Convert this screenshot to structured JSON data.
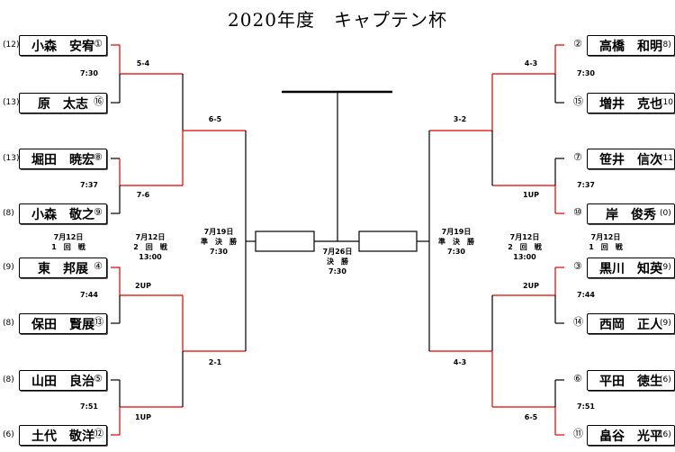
{
  "title": "2020年度　キャプテン杯",
  "left": {
    "players": [
      {
        "name": "小森　安宥",
        "num": "①",
        "seed": "(12)"
      },
      {
        "name": "原　太志",
        "num": "⑯",
        "seed": "(13)"
      },
      {
        "name": "堀田　暁宏",
        "num": "⑧",
        "seed": "(13)"
      },
      {
        "name": "小森　敬之",
        "num": "⑨",
        "seed": "(8)"
      },
      {
        "name": "東　邦展",
        "num": "④",
        "seed": "(9)"
      },
      {
        "name": "保田　賢展",
        "num": "⑬",
        "seed": "(8)"
      },
      {
        "name": "山田　良治",
        "num": "⑤",
        "seed": "(8)"
      },
      {
        "name": "土代　敬洋",
        "num": "⑫",
        "seed": "(6)"
      }
    ],
    "times": [
      "7:30",
      "7:37",
      "7:44",
      "7:51"
    ],
    "r1_scores": [
      "5-4",
      "7-6",
      "2UP",
      "1UP"
    ],
    "r2_scores": [
      "6-5",
      "2-1"
    ]
  },
  "right": {
    "players": [
      {
        "name": "高橋　和明",
        "num": "②",
        "seed": "(8)"
      },
      {
        "name": "増井　克也",
        "num": "⑮",
        "seed": "(10)"
      },
      {
        "name": "笹井　信次",
        "num": "⑦",
        "seed": "(11)"
      },
      {
        "name": "岸　俊秀",
        "num": "⑩",
        "seed": "(0)"
      },
      {
        "name": "黒川　知英",
        "num": "③",
        "seed": "(9)"
      },
      {
        "name": "西岡　正人",
        "num": "⑭",
        "seed": "(9)"
      },
      {
        "name": "平田　徳生",
        "num": "⑥",
        "seed": "(6)"
      },
      {
        "name": "畠谷　光平",
        "num": "⑪",
        "seed": "(6)"
      }
    ],
    "times": [
      "7:30",
      "7:37",
      "7:44",
      "7:51"
    ],
    "r1_scores": [
      "4-3",
      "1UP",
      "2UP",
      "6-5"
    ],
    "r2_scores": [
      "3-2",
      "4-3"
    ]
  },
  "rounds": {
    "r1": {
      "date": "7月12日",
      "name": "1　回　戦"
    },
    "r2": {
      "date": "7月12日",
      "name": "2　回　戦",
      "time": "13:00"
    },
    "sf": {
      "date": "7月19日",
      "name": "準　決　勝",
      "time": "7:30"
    },
    "final": {
      "date": "7月26日",
      "name": "決　勝",
      "time": "7:30"
    }
  },
  "colors": {
    "winner_line": "#e00000",
    "line": "#000000"
  }
}
